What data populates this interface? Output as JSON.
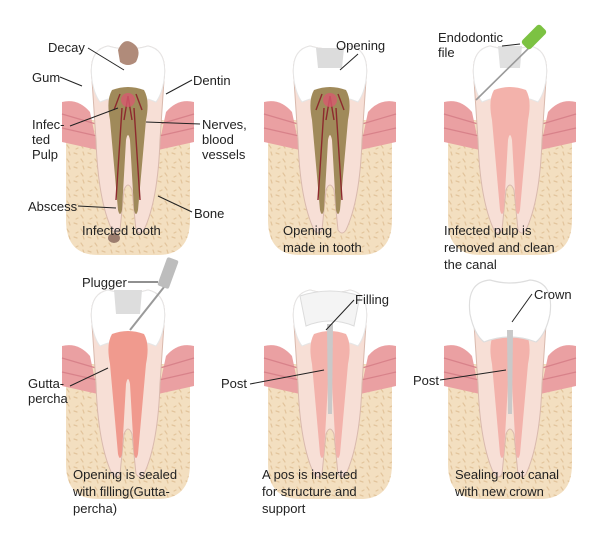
{
  "panels": [
    {
      "caption": "Infected tooth",
      "labels": {
        "decay": "Decay",
        "gum": "Gum",
        "dentin": "Dentin",
        "infected_pulp": "Infec-\nted\nPulp",
        "nerves": "Nerves,\nblood\nvessels",
        "abscess": "Abscess",
        "bone": "Bone"
      }
    },
    {
      "caption": "Opening\nmade in tooth",
      "labels": {
        "opening": "Opening"
      }
    },
    {
      "caption": "Infected pulp is\nremoved and clean\nthe canal",
      "labels": {
        "endodontic_file": "Endodontic\nfile"
      }
    },
    {
      "caption": "Opening is sealed\nwith filling(Gutta-\npercha)",
      "labels": {
        "plugger": "Plugger",
        "gutta_percha": "Gutta-\npercha"
      }
    },
    {
      "caption": "A pos is inserted\nfor structure and\nsupport",
      "labels": {
        "filling": "Filling",
        "post": "Post"
      }
    },
    {
      "caption": "Sealing root canal\nwith new crown",
      "labels": {
        "crown": "Crown",
        "post": "Post"
      }
    }
  ],
  "colors": {
    "bone": "#f3dfc0",
    "bone_speck": "#e2c49c",
    "gum": "#eaa0a2",
    "gum_dark": "#d8828a",
    "enamel": "#ffffff",
    "dentin": "#f7dfd6",
    "pulp_healthy": "#f3b2ab",
    "pulp_infected": "#a08a5a",
    "nerve": "#8d2a2e",
    "decay": "#b08b7a",
    "abscess": "#9c7d6e",
    "gutta_percha": "#f09a8e",
    "filling": "#f4f4f4",
    "post": "#c9c9c9",
    "file_green": "#7cc242"
  }
}
